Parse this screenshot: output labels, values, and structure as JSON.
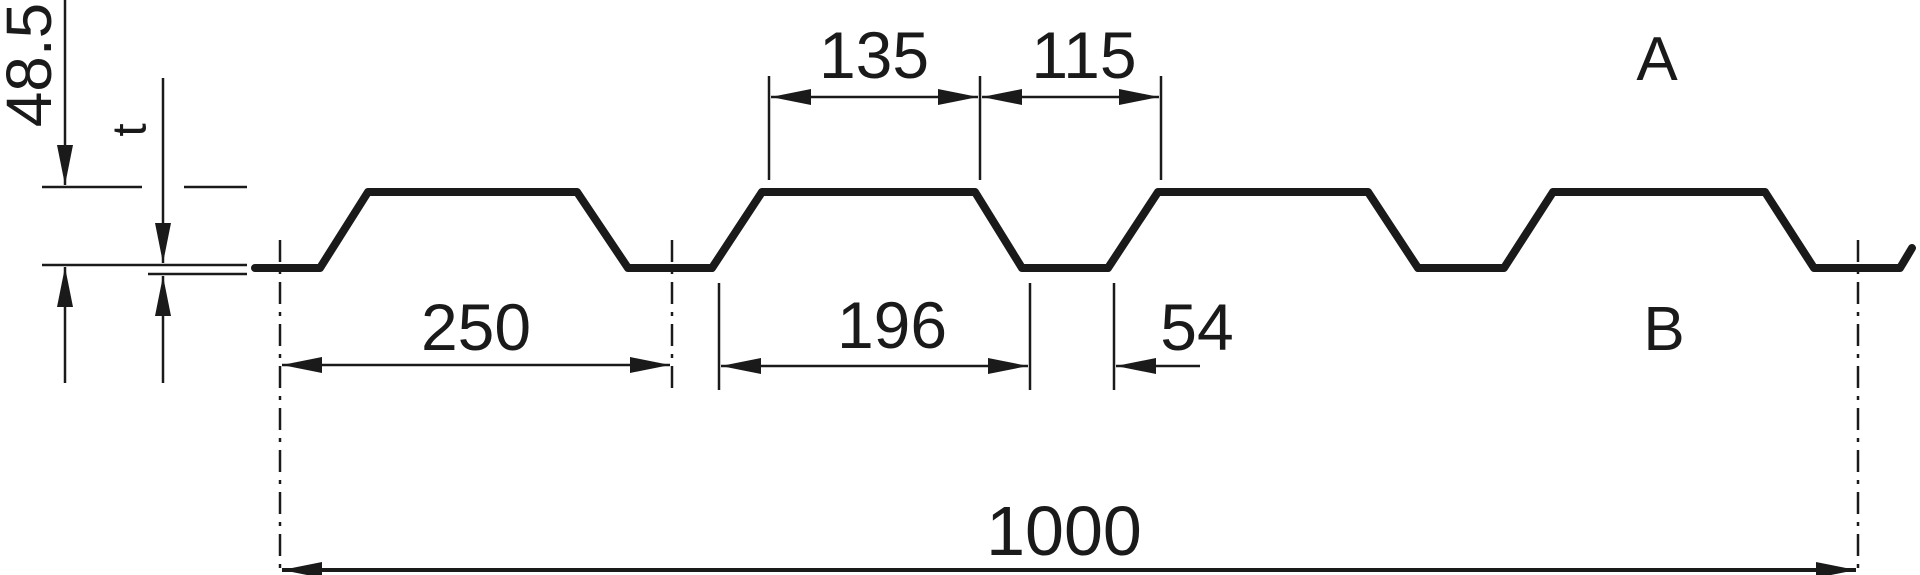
{
  "dimensions": {
    "height": "48.5",
    "thickness": "t",
    "top_flange": "135",
    "top_rib_gap": "115",
    "pitch": "250",
    "bottom_rib": "196",
    "bottom_flange": "54",
    "cover_width": "1000"
  },
  "sides": {
    "top": "A",
    "bottom": "B"
  },
  "colors": {
    "ink": "#1a1a1a",
    "background": "#ffffff"
  }
}
